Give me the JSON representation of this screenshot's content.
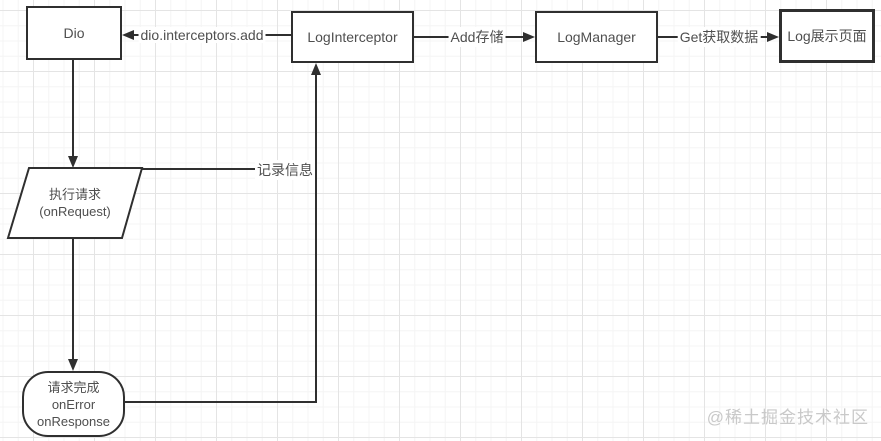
{
  "diagram": {
    "nodes": {
      "dio": {
        "label": "Dio",
        "shape": "rectangle"
      },
      "log_interceptor": {
        "label": "LogInterceptor",
        "shape": "rectangle"
      },
      "log_manager": {
        "label": "LogManager",
        "shape": "rectangle"
      },
      "log_display_page": {
        "label": "Log展示页面",
        "shape": "rectangle"
      },
      "execute_request": {
        "lines": [
          "执行请求",
          "(onRequest)"
        ],
        "shape": "parallelogram"
      },
      "request_complete": {
        "lines": [
          "请求完成",
          "onError",
          "onResponse"
        ],
        "shape": "rounded-rectangle"
      }
    },
    "edge_labels": {
      "dio_interceptors_add": "dio.interceptors.add",
      "add_store": "Add存储",
      "get_fetch_data": "Get获取数据",
      "record_info": "记录信息"
    },
    "watermark": "@稀土掘金技术社区",
    "colors": {
      "line": "#2f2f2f",
      "node_border": "#2f2f2f",
      "text": "#4f4f4f",
      "grid_minor": "#f4f4f4",
      "grid_major": "#e4e4e4",
      "watermark": "#c9c9c9",
      "background": "#ffffff"
    }
  }
}
